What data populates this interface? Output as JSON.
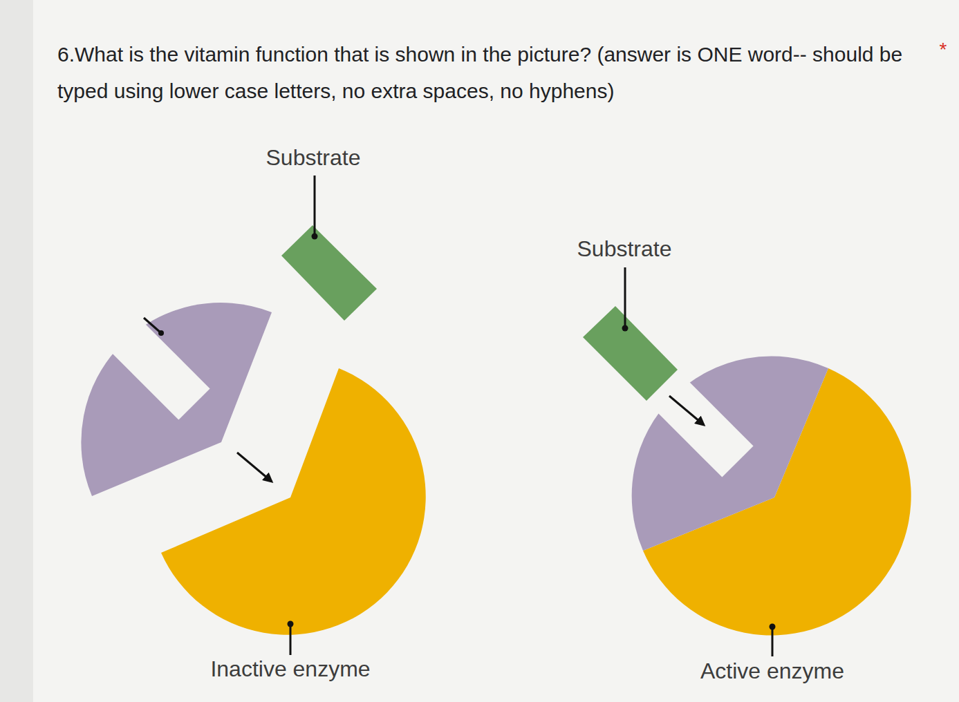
{
  "diagram": {
    "title": "6.What is the vitamin function that is shown in the picture? (answer is ONE word-- should be typed using lower case letters, no extra spaces, no hyphens)",
    "labels": [
      "*",
      "Substrate",
      "Inactive enzyme",
      "Substrate",
      "Active enzyme"
    ]
  }
}
